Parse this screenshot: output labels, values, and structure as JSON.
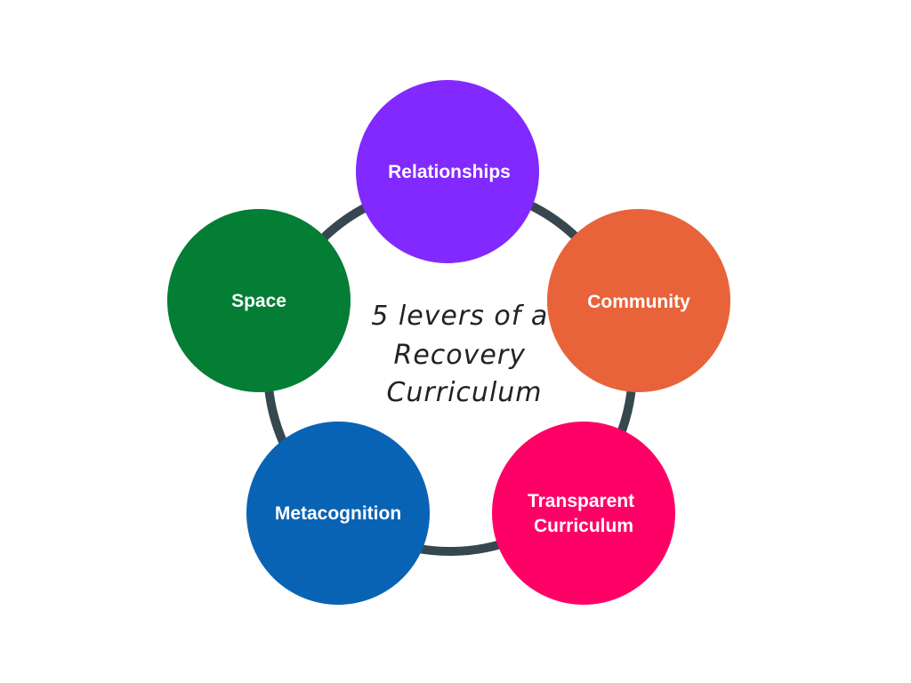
{
  "diagram": {
    "title_lines": [
      "5 levers of a",
      "Recovery",
      "Curriculum"
    ],
    "ring_color": "#37474f",
    "nodes": [
      {
        "id": "relationships",
        "lines": [
          "Relationships"
        ],
        "color": "#8129ff"
      },
      {
        "id": "community",
        "lines": [
          "Community"
        ],
        "color": "#e8633a"
      },
      {
        "id": "transparent-curriculum",
        "lines": [
          "Transparent",
          "Curriculum"
        ],
        "color": "#ff0066"
      },
      {
        "id": "metacognition",
        "lines": [
          "Metacognition"
        ],
        "color": "#0963b4"
      },
      {
        "id": "space",
        "lines": [
          "Space"
        ],
        "color": "#047d35"
      }
    ]
  }
}
